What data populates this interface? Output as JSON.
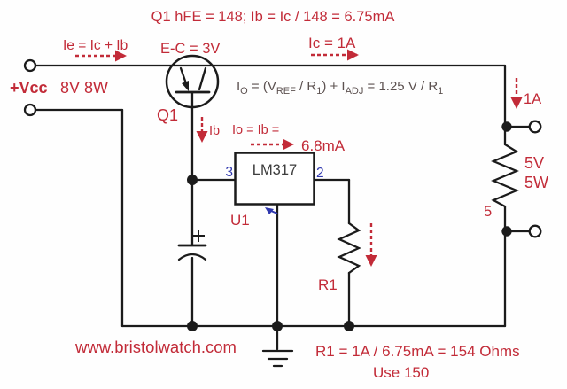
{
  "site": {
    "website": "www.bristolwatch.com"
  },
  "colors": {
    "annotation_red": "#c22b38",
    "pin_blue": "#3038ae",
    "component_dark": "#3d3d3d",
    "formula_gray": "#5c5150",
    "wire_black": "#1b1b1b",
    "background": "#fefefe"
  },
  "annotations": {
    "top_formula": "Q1 hFE = 148; Ib = Ic / 148 = 6.75mA",
    "emitter_current": "Ie = Ic + Ib",
    "ec_voltage": "E-C = 3V",
    "collector_current": "Ic = 1A",
    "vcc_label": "+Vcc",
    "supply_rating": "8V 8W",
    "base_current": "Ib",
    "io_equals": "Io = Ib =",
    "io_value": "6.8mA",
    "output_current": "1A",
    "r1_formula": "R1 = 1A / 6.75mA = 154 Ohms",
    "use_value": "Use 150"
  },
  "io_formula_parts": [
    "I",
    "O",
    " = (V",
    "REF",
    " / R",
    "1",
    ") + I",
    "ADJ",
    " = 1.25 V / R",
    "1"
  ],
  "components": {
    "transistor": {
      "designator": "Q1"
    },
    "regulator": {
      "part": "LM317",
      "designator": "U1",
      "pin_left": "3",
      "pin_right": "2"
    },
    "r1": {
      "designator": "R1"
    },
    "load": {
      "voltage": "5V",
      "power": "5W",
      "ohms": "5"
    }
  }
}
